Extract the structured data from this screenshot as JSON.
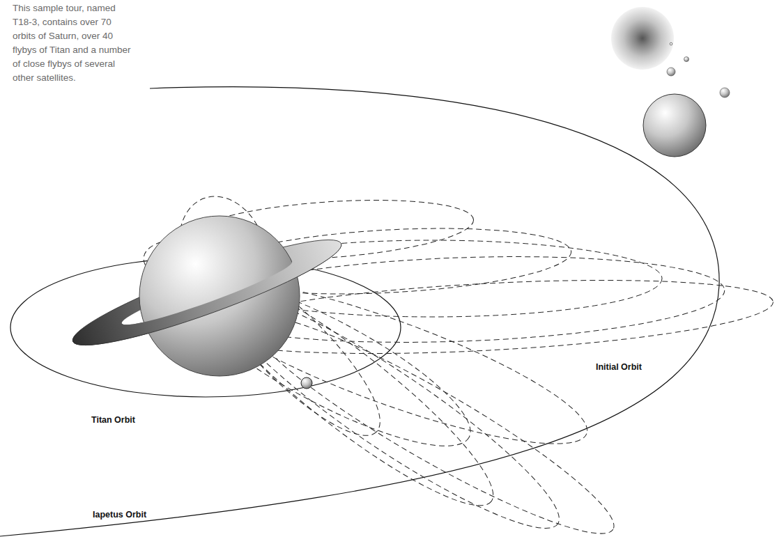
{
  "diagram": {
    "caption": "This sample tour, named T18-3, contains over 70 orbits of Saturn, over 40 flybys of Titan and a number of close flybys of several other satellites.",
    "labels": [
      "Titan Orbit",
      "Initial Orbit",
      "Iapetus Orbit"
    ]
  }
}
